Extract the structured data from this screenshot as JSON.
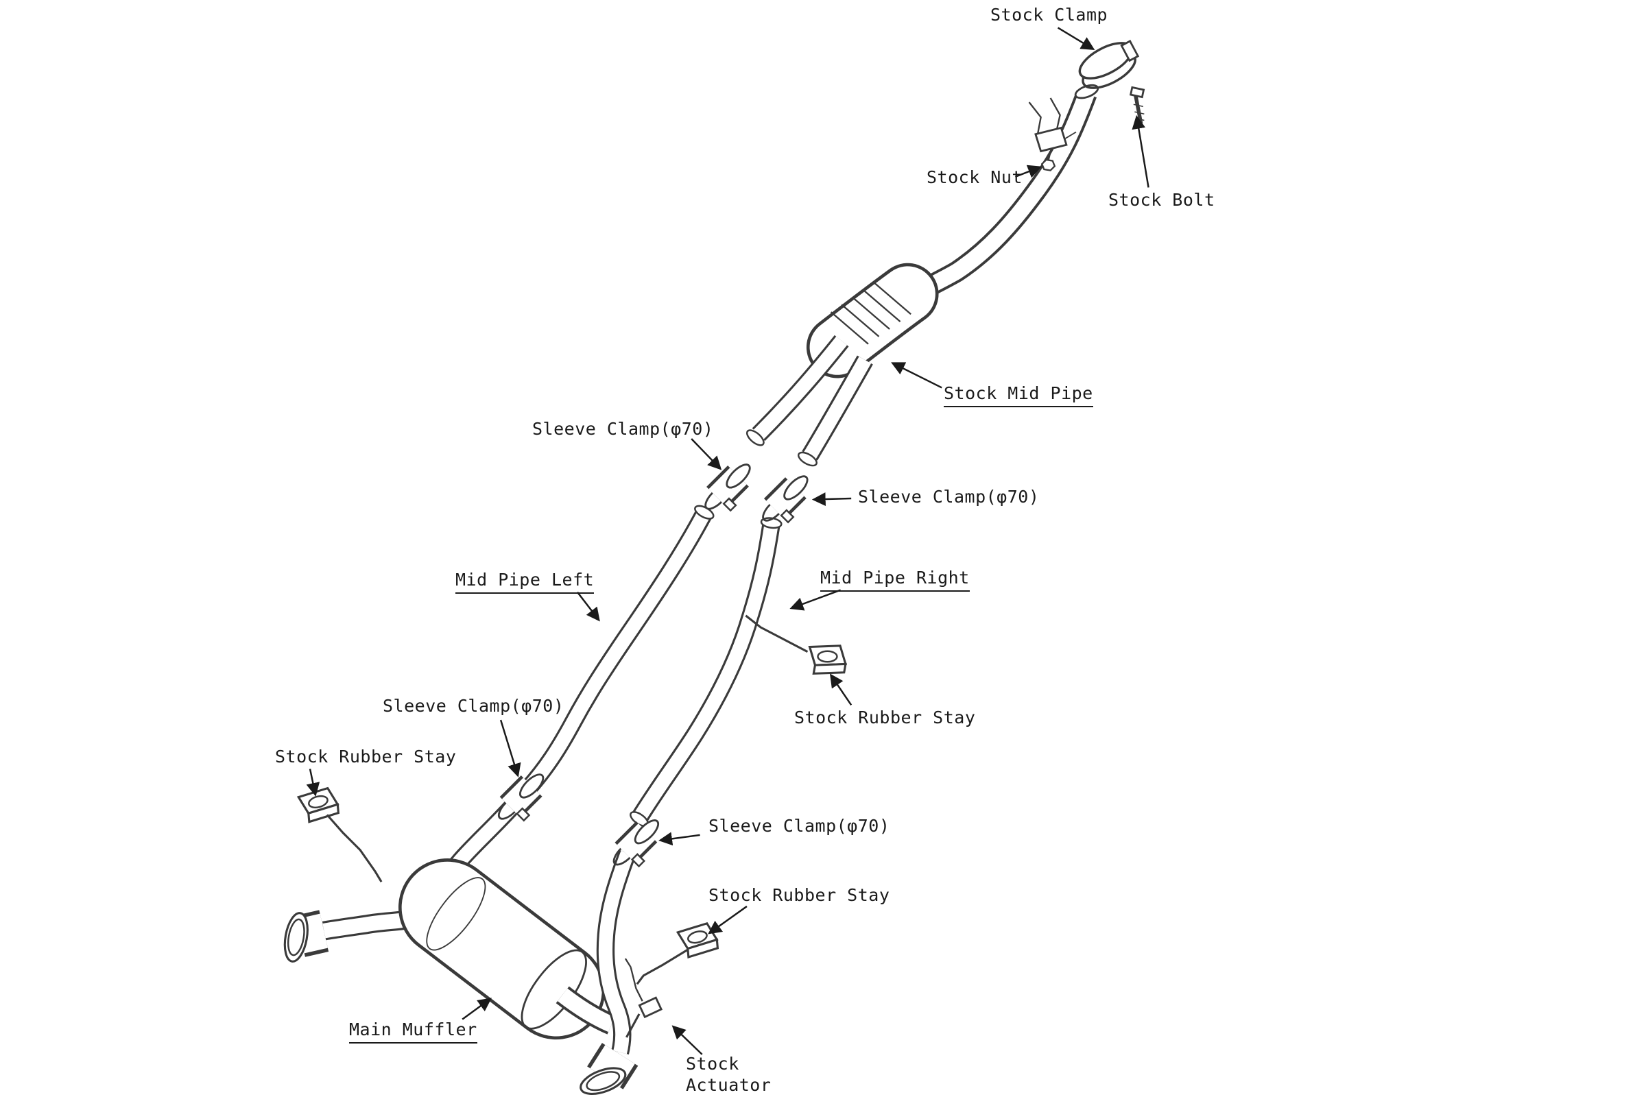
{
  "colors": {
    "line": "#3a3a3a",
    "leader": "#1a1a1a",
    "text": "#1a1a1a",
    "background": "#ffffff"
  },
  "labels": {
    "stock_clamp": "Stock Clamp",
    "stock_nut": "Stock Nut",
    "stock_bolt": "Stock Bolt",
    "stock_mid_pipe": "Stock Mid Pipe",
    "sleeve_clamp_upper_left": "Sleeve Clamp(φ70)",
    "sleeve_clamp_upper_right": "Sleeve Clamp(φ70)",
    "mid_pipe_left": "Mid Pipe Left",
    "mid_pipe_right": "Mid Pipe Right",
    "sleeve_clamp_mid_left": "Sleeve Clamp(φ70)",
    "stock_rubber_stay_right": "Stock Rubber Stay",
    "stock_rubber_stay_left": "Stock Rubber Stay",
    "sleeve_clamp_lower": "Sleeve Clamp(φ70)",
    "stock_rubber_stay_lower": "Stock Rubber Stay",
    "main_muffler": "Main Muffler",
    "stock_actuator_line1": "Stock",
    "stock_actuator_line2": "Actuator"
  }
}
